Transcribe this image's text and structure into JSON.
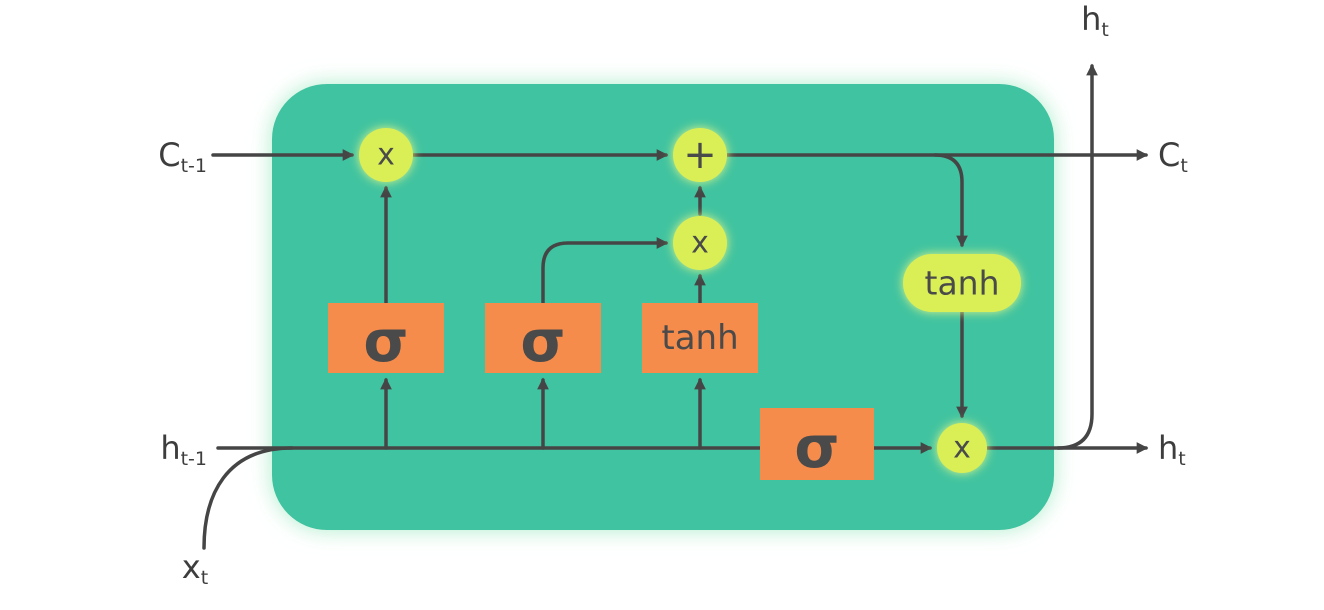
{
  "diagram": {
    "kind": "LSTM cell diagram",
    "colors": {
      "cell_fill": "#3fc3a0",
      "cell_glow": "#a9ecc9",
      "node_fill": "#d9ef55",
      "node_glow": "#eaf883",
      "gate_fill": "#f58c4b",
      "line": "#454545",
      "text": "#424242",
      "background": "#ffffff"
    },
    "io_labels": {
      "c_prev": {
        "base": "C",
        "sub": "t-1"
      },
      "h_prev": {
        "base": "h",
        "sub": "t-1"
      },
      "x_input": {
        "base": "x",
        "sub": "t"
      },
      "c_next": {
        "base": "C",
        "sub": "t"
      },
      "h_next_right": {
        "base": "h",
        "sub": "t"
      },
      "h_next_top": {
        "base": "h",
        "sub": "t"
      }
    },
    "operators": {
      "forget_multiply": "x",
      "add": "+",
      "input_multiply": "x",
      "cell_tanh": "tanh",
      "output_multiply": "x"
    },
    "gates": {
      "forget_sigma": "σ",
      "input_sigma": "σ",
      "candidate_tanh": "tanh",
      "output_sigma": "σ"
    }
  }
}
